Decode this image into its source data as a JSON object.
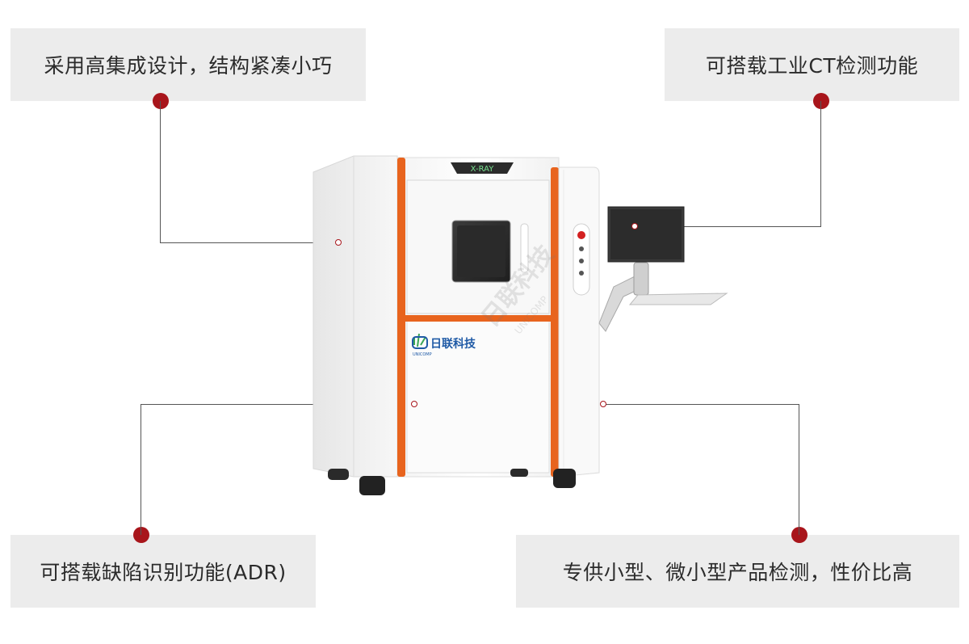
{
  "features": {
    "top_left": "采用高集成设计，结构紧凑小巧",
    "top_right": "可搭载工业CT检测功能",
    "bottom_left": "可搭载缺陷识别功能(ADR)",
    "bottom_right": "专供小型、微小型产品检测，性价比高"
  },
  "machine": {
    "top_badge": "X-RAY",
    "logo_text": "日联科技",
    "logo_sub": "UNICOMP",
    "watermark_text": "日联科技",
    "watermark_sub": "UNICOMP"
  },
  "colors": {
    "accent_dot": "#a8151b",
    "orange_trim": "#e8641e",
    "label_bg": "#ececec",
    "logo_blue": "#1f5aa6",
    "logo_green": "#3aa655"
  }
}
